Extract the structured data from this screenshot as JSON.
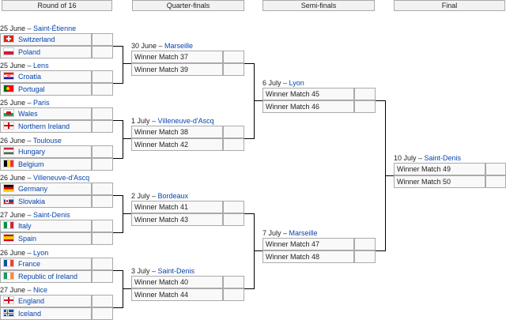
{
  "rounds": {
    "r16": "Round of 16",
    "qf": "Quarter-finals",
    "sf": "Semi-finals",
    "final": "Final"
  },
  "r16": [
    {
      "date": "25 June – ",
      "venue": "Saint-Étienne",
      "teams": [
        {
          "name": "Switzerland",
          "flag": "switzerland-flag-icon"
        },
        {
          "name": "Poland",
          "flag": "poland-flag-icon"
        }
      ]
    },
    {
      "date": "25 June – ",
      "venue": "Lens",
      "teams": [
        {
          "name": "Croatia",
          "flag": "croatia-flag-icon"
        },
        {
          "name": "Portugal",
          "flag": "portugal-flag-icon"
        }
      ]
    },
    {
      "date": "25 June – ",
      "venue": "Paris",
      "teams": [
        {
          "name": "Wales",
          "flag": "wales-flag-icon"
        },
        {
          "name": "Northern Ireland",
          "flag": "northern-ireland-flag-icon"
        }
      ]
    },
    {
      "date": "26 June – ",
      "venue": "Toulouse",
      "teams": [
        {
          "name": "Hungary",
          "flag": "hungary-flag-icon"
        },
        {
          "name": "Belgium",
          "flag": "belgium-flag-icon"
        }
      ]
    },
    {
      "date": "26 June – ",
      "venue": "Villeneuve-d'Ascq",
      "teams": [
        {
          "name": "Germany",
          "flag": "germany-flag-icon"
        },
        {
          "name": "Slovakia",
          "flag": "slovakia-flag-icon"
        }
      ]
    },
    {
      "date": "27 June – ",
      "venue": "Saint-Denis",
      "teams": [
        {
          "name": "Italy",
          "flag": "italy-flag-icon"
        },
        {
          "name": "Spain",
          "flag": "spain-flag-icon"
        }
      ]
    },
    {
      "date": "26 June – ",
      "venue": "Lyon",
      "teams": [
        {
          "name": "France",
          "flag": "france-flag-icon"
        },
        {
          "name": "Republic of Ireland",
          "flag": "ireland-flag-icon"
        }
      ]
    },
    {
      "date": "27 June – ",
      "venue": "Nice",
      "teams": [
        {
          "name": "England",
          "flag": "england-flag-icon"
        },
        {
          "name": "Iceland",
          "flag": "iceland-flag-icon"
        }
      ]
    }
  ],
  "qf": [
    {
      "date": "30 June – ",
      "venue": "Marseille",
      "teams": [
        "Winner Match 37",
        "Winner Match 39"
      ]
    },
    {
      "date": "1 July – ",
      "venue": "Villeneuve-d'Ascq",
      "teams": [
        "Winner Match 38",
        "Winner Match 42"
      ]
    },
    {
      "date": "2 July – ",
      "venue": "Bordeaux",
      "teams": [
        "Winner Match 41",
        "Winner Match 43"
      ]
    },
    {
      "date": "3 July – ",
      "venue": "Saint-Denis",
      "teams": [
        "Winner Match 40",
        "Winner Match 44"
      ]
    }
  ],
  "sf": [
    {
      "date": "6 July – ",
      "venue": "Lyon",
      "teams": [
        "Winner Match 45",
        "Winner Match 46"
      ]
    },
    {
      "date": "7 July – ",
      "venue": "Marseille",
      "teams": [
        "Winner Match 47",
        "Winner Match 48"
      ]
    }
  ],
  "final": [
    {
      "date": "10 July – ",
      "venue": "Saint-Denis",
      "teams": [
        "Winner Match 49",
        "Winner Match 50"
      ]
    }
  ],
  "colors": {
    "header_bg": "#f2f2f2",
    "cell_bg": "#f9f9f9",
    "border": "#aaaaaa",
    "link": "#0645ad",
    "connector": "#000000"
  }
}
